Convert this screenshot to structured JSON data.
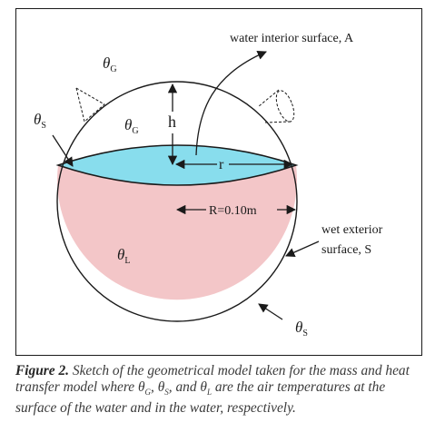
{
  "labels": {
    "theta_g_outer": "θ",
    "theta_g_outer_sub": "G",
    "theta_g_inner": "θ",
    "theta_g_inner_sub": "G",
    "theta_s_left": "θ",
    "theta_s_left_sub": "S",
    "theta_s_bottom": "θ",
    "theta_s_bottom_sub": "S",
    "theta_l": "θ",
    "theta_l_sub": "L",
    "h": "h",
    "r": "r",
    "radius": "R=0.10m",
    "water_surface": "water interior surface, A",
    "wet_surface_line1": "wet exterior",
    "wet_surface_line2": "surface, S"
  },
  "caption": {
    "lead": "Figure 2.",
    "text_1": "Sketch of the geometrical model taken for the mass and heat transfer model where θ",
    "sub_g": "G",
    "text_2": ", θ",
    "sub_s": "S",
    "text_3": ", and θ",
    "sub_l": "L",
    "text_4": " are the air temperatures at the surface of the water and in the water, respectively."
  },
  "colors": {
    "water": "#88dded",
    "liquid_body": "#f3c6c8",
    "stroke": "#1a1a1a"
  }
}
